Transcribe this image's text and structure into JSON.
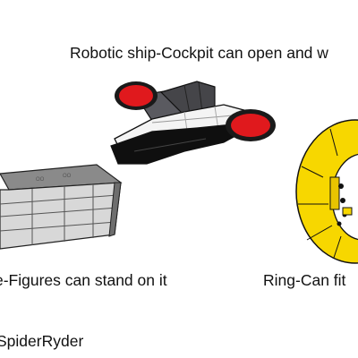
{
  "captions": {
    "ship": "Robotic ship-Cockpit can open and w",
    "block": "e-Figures can stand on it",
    "ring": "Ring-Can fit",
    "credit": "SpiderRyder"
  },
  "colors": {
    "background": "#ffffff",
    "ship_engine_red": "#e0191d",
    "ship_body_gray": "#505055",
    "ship_hull_white": "#f4f4f4",
    "block_gray": "#8a8a8a",
    "block_light": "#d8d8d8",
    "ring_yellow": "#f7d700",
    "outline": "#111111"
  }
}
